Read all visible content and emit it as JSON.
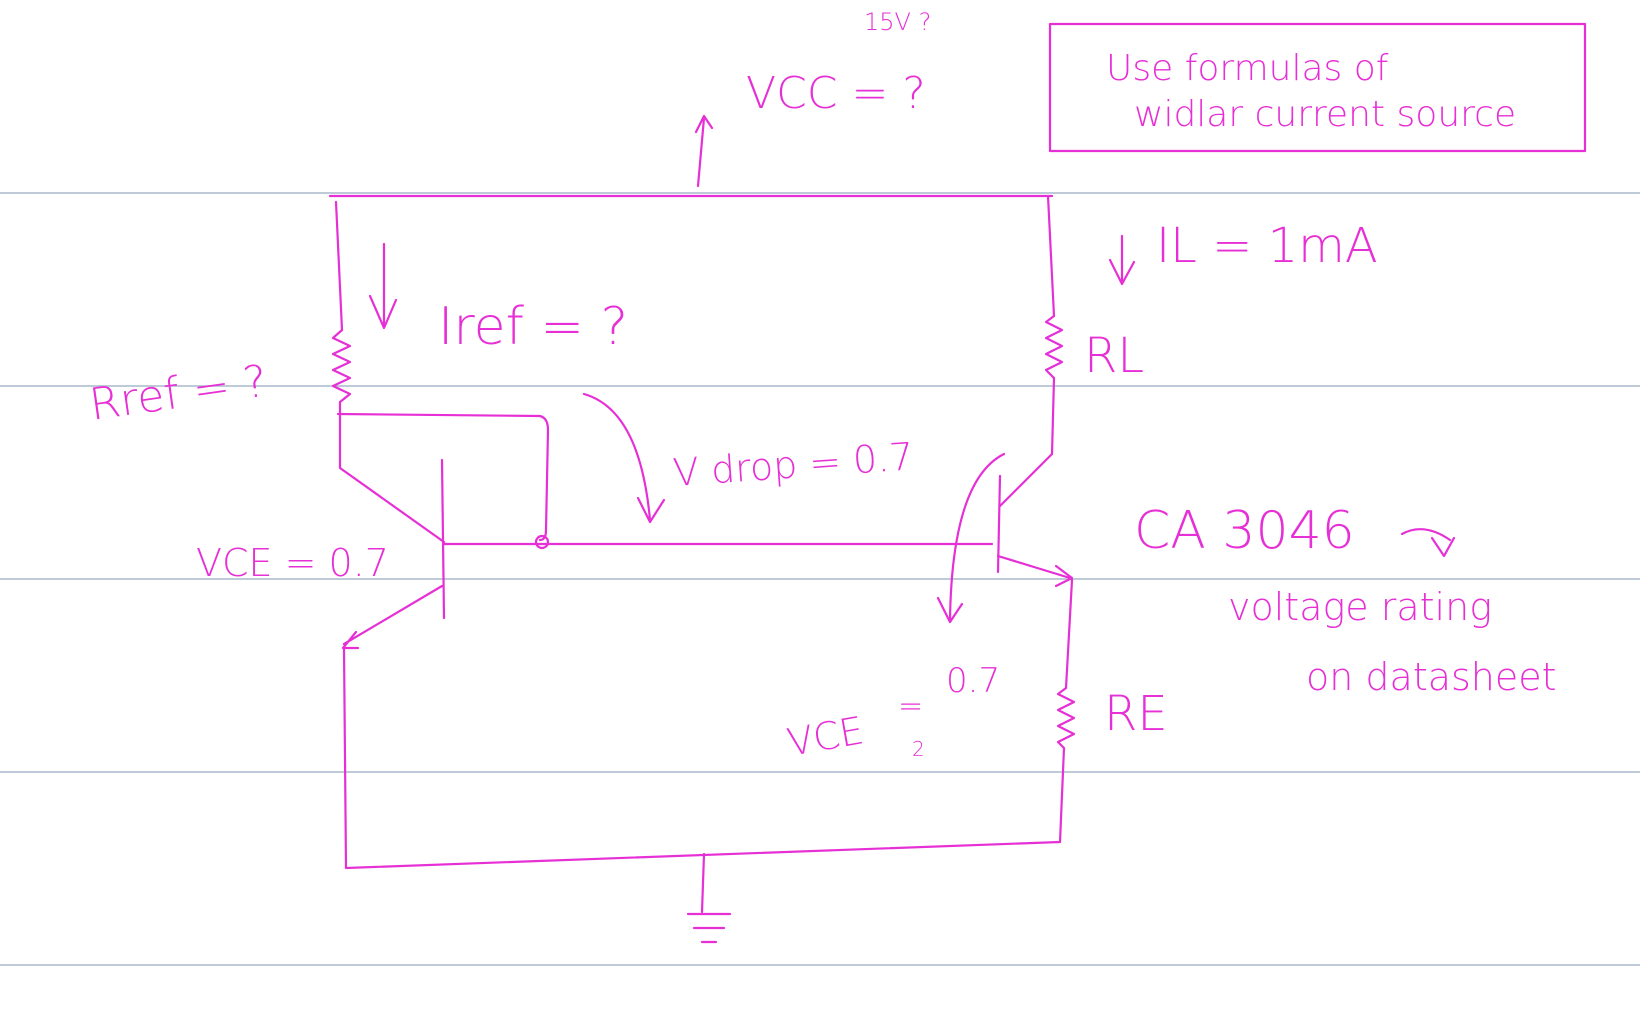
{
  "colors": {
    "ink": "#e62fd5",
    "ruled_line": "#a9b8cb",
    "background": "#ffffff"
  },
  "notes": {
    "note_box": {
      "line1": "Use formulas of",
      "line2": "widlar current source"
    },
    "vcc_label": "VCC = ?",
    "vcc_guess": "15V ?",
    "il_label": "IL = 1mA",
    "iref_label": "Iref = ?",
    "rref_label": "Rref = ?",
    "rl_label": "RL",
    "re_label": "RE",
    "vdrop_label": "V drop = 0.7",
    "vce1_label": "VCE = 0.7",
    "vce2_label": "VCE",
    "vce2_subscript": "2",
    "vce2_eq": "=",
    "vce2_value": "0.7",
    "chip_label": "CA 3046",
    "datasheet_line1": "voltage rating",
    "datasheet_line2": "on datasheet"
  }
}
